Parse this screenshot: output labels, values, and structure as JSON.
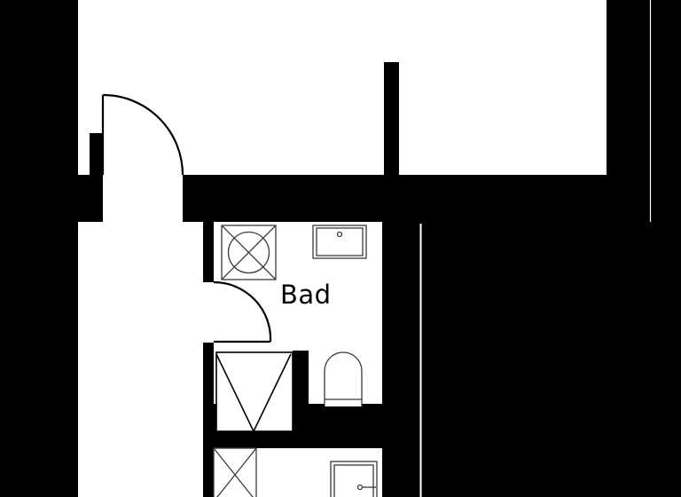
{
  "plan": {
    "type": "floor-plan",
    "colors": {
      "wall": "#000000",
      "floor": "#ffffff",
      "fixture_line": "#3a3a3a"
    },
    "rooms": [
      {
        "id": "bathroom",
        "label": "Bad"
      }
    ],
    "fixtures": [
      {
        "id": "floor-drain",
        "icon": "circle-x-box-icon"
      },
      {
        "id": "sink",
        "icon": "sink-icon"
      },
      {
        "id": "shower",
        "icon": "shower-tray-icon"
      },
      {
        "id": "toilet",
        "icon": "toilet-icon"
      },
      {
        "id": "storage-cabinet",
        "icon": "x-box-icon"
      },
      {
        "id": "washing-machine",
        "icon": "appliance-icon"
      }
    ],
    "doors": [
      {
        "id": "entry-door",
        "swing": "right"
      },
      {
        "id": "bathroom-door",
        "swing": "down"
      }
    ]
  }
}
